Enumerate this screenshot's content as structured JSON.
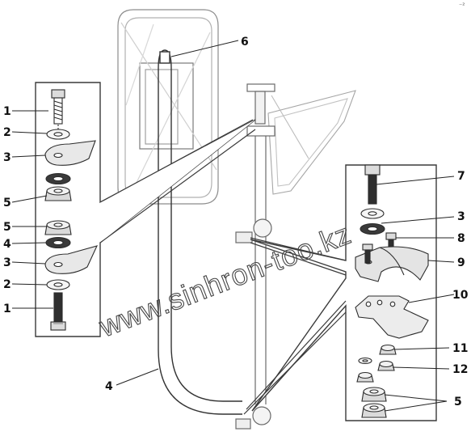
{
  "corner_mark": "⁻²",
  "watermark": "www.sinhron-too.kz",
  "labels_left_panel": [
    "1",
    "2",
    "3",
    "5",
    "5",
    "4",
    "3",
    "2",
    "1"
  ],
  "label_6": "6",
  "label_4_main": "4",
  "labels_right_panel": [
    "7",
    "3",
    "8",
    "9",
    "10",
    "11",
    "12",
    "5"
  ],
  "colors": {
    "line": "#3a3a3a",
    "light": "#9a9a9a",
    "part_fill": "#e6e6e6",
    "dark_fill": "#2f2f2f"
  }
}
